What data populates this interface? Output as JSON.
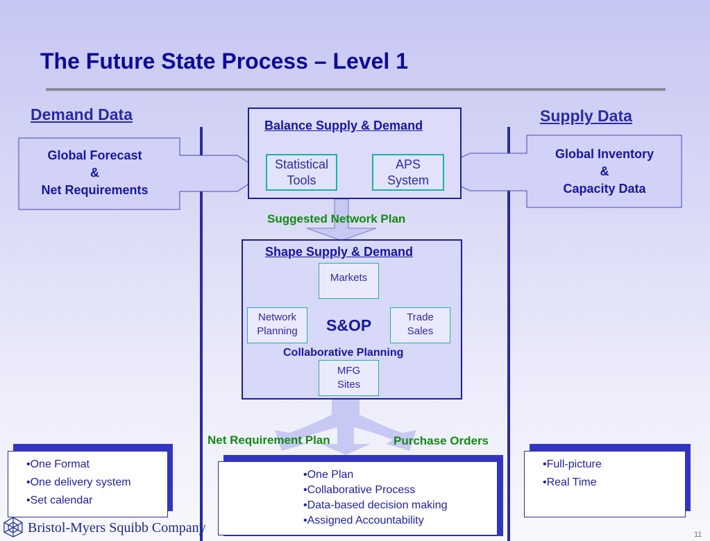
{
  "title": "The Future State Process – Level 1",
  "demand": {
    "heading": "Demand Data",
    "box_lines": [
      "Global Forecast",
      "&",
      "Net Requirements"
    ],
    "bullets": [
      "•One Format",
      "•One delivery system",
      "•Set calendar"
    ]
  },
  "supply": {
    "heading": "Supply Data",
    "box_lines": [
      "Global Inventory",
      "&",
      "Capacity Data"
    ],
    "bullets": [
      "•Full-picture",
      "•Real Time"
    ]
  },
  "balance": {
    "title": "Balance Supply & Demand",
    "statistical_lines": [
      "Statistical",
      "Tools"
    ],
    "aps_lines": [
      "APS",
      "System"
    ]
  },
  "suggested_label": "Suggested Network Plan",
  "shape": {
    "title": "Shape Supply & Demand",
    "markets": "Markets",
    "network_lines": [
      "Network",
      "Planning"
    ],
    "trade_lines": [
      "Trade",
      "Sales"
    ],
    "mfg_lines": [
      "MFG",
      "Sites"
    ],
    "center": "S&OP",
    "collab": "Collaborative Planning"
  },
  "net_req_label": "Net Requirement Plan",
  "purchase_label": "Purchase Orders",
  "center_bullets": [
    "•One Plan",
    "•Collaborative Process",
    "•Data-based decision making",
    "•Assigned Accountability"
  ],
  "logo": {
    "text": "Bristol-Myers Squibb Company"
  },
  "page_number": "11",
  "colors": {
    "title": "#0b0b9a",
    "green_label": "#128a12",
    "teal_border": "#19b3a0",
    "frame": "#2a2aa0"
  }
}
